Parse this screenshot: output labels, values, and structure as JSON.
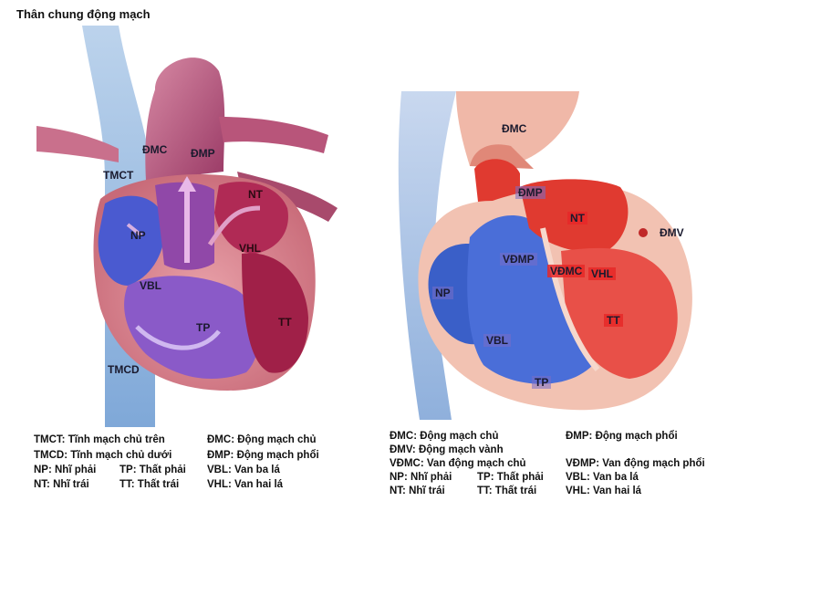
{
  "title": "Thân chung động mạch",
  "left_labels": {
    "dmc": "ĐMC",
    "dmp": "ĐMP",
    "tmct": "TMCT",
    "nt": "NT",
    "np": "NP",
    "vhl": "VHL",
    "vbl": "VBL",
    "tp": "TP",
    "tt": "TT",
    "tmcd": "TMCD"
  },
  "right_labels": {
    "dmc": "ĐMC",
    "dmp": "ĐMP",
    "nt": "NT",
    "dmv": "ĐMV",
    "vdmp": "VĐMP",
    "vdmc": "VĐMC",
    "vhl": "VHL",
    "np": "NP",
    "tt": "TT",
    "vbl": "VBL",
    "tp": "TP"
  },
  "legend_left": {
    "tmct": "TMCT: Tĩnh mạch chủ trên",
    "dmc": "ĐMC: Động mạch chủ",
    "tmcd": "TMCD: Tĩnh mạch chủ dưới",
    "dmp": "ĐMP: Động mạch phổi",
    "np": "NP: Nhĩ phải",
    "tp": "TP: Thất phải",
    "vbl": "VBL: Van ba lá",
    "nt": "NT: Nhĩ trái",
    "tt": "TT: Thất trái",
    "vhl": "VHL: Van hai lá"
  },
  "legend_right": {
    "dmc": "ĐMC: Động mạch chủ",
    "dmp": "ĐMP: Động mạch phổi",
    "dmv": "ĐMV: Động mạch vành",
    "vdmc": "VĐMC: Van động mạch chủ",
    "vdmp": "VĐMP: Van động mạch phổi",
    "np": "NP: Nhĩ phải",
    "tp": "TP: Thất phải",
    "vbl": "VBL: Van ba lá",
    "nt": "NT: Nhĩ trái",
    "tt": "TT: Thất trái",
    "vhl": "VHL: Van hai lá"
  }
}
